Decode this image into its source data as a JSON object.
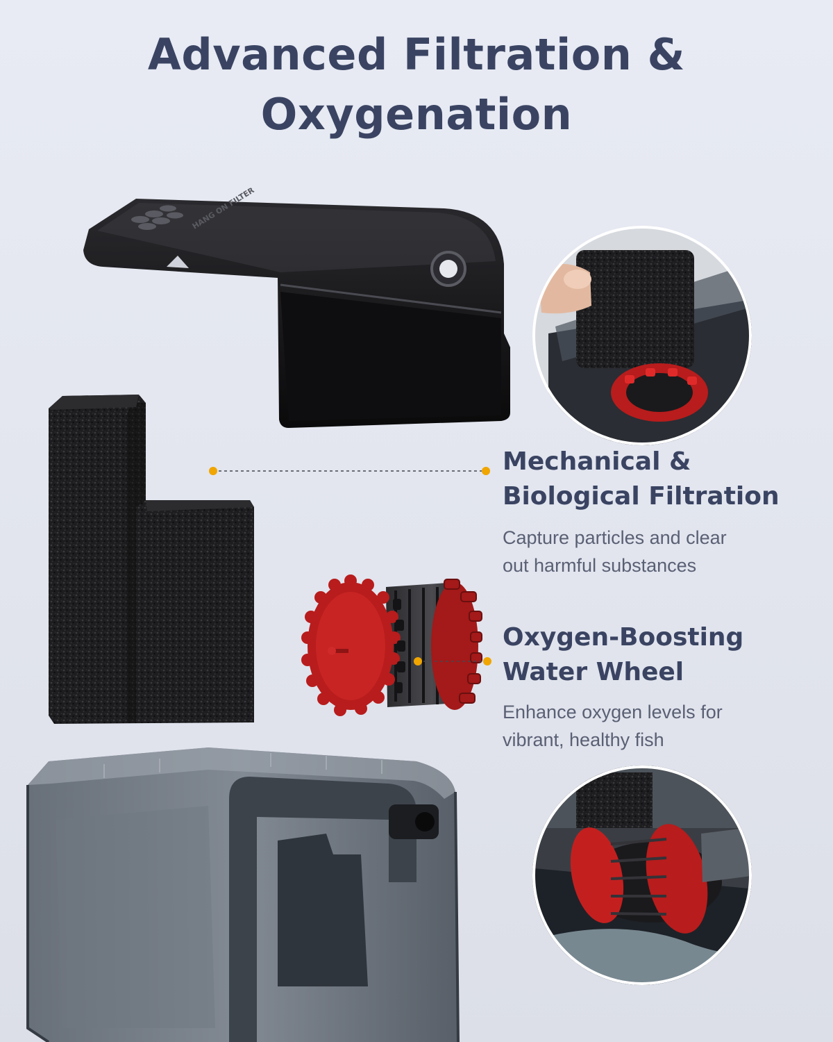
{
  "headline": {
    "line1": "Advanced Filtration &",
    "line2": "Oxygenation"
  },
  "features": [
    {
      "title_line1": "Mechanical &",
      "title_line2": "Biological Filtration",
      "desc_line1": "Capture particles and clear",
      "desc_line2": "out harmful substances"
    },
    {
      "title_line1": "Oxygen-Boosting",
      "title_line2": "Water Wheel",
      "desc_line1": "Enhance oxygen levels for",
      "desc_line2": "vibrant, healthy fish"
    }
  ],
  "lid_imprint": "HANG ON FILTER",
  "colors": {
    "background": "#e3e6ef",
    "heading": "#3a4462",
    "body_text": "#5a6074",
    "callout_dot": "#f0a500",
    "wheel_red": "#b81c1c",
    "sponge": "#1e1e20",
    "lid": "#111113",
    "housing": "#4c5560"
  }
}
